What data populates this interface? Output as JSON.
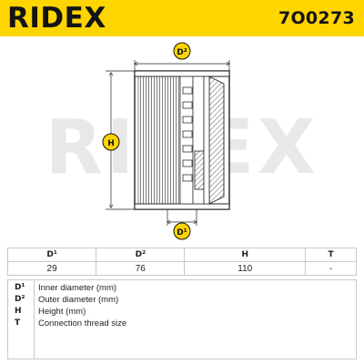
{
  "header": {
    "brand": "RIDEX",
    "part_number": "7O0273",
    "background_color": "#ffd500",
    "text_color": "#141414"
  },
  "watermark": {
    "text": "RIDEX",
    "color": "#e8e8e8"
  },
  "drawing": {
    "marker_d2": "D²",
    "marker_d1": "D¹",
    "marker_h": "H",
    "marker_color": "#111111",
    "icons": [
      "oil-filter-element-icon",
      "dimension-arrow-icon"
    ]
  },
  "specs": {
    "headers": [
      "D¹",
      "D²",
      "H",
      "T"
    ],
    "values": [
      "29",
      "76",
      "110",
      "-"
    ]
  },
  "legend": [
    {
      "symbol": "D¹",
      "description": "Inner diameter (mm)"
    },
    {
      "symbol": "D²",
      "description": "Outer diameter (mm)"
    },
    {
      "symbol": "H",
      "description": "Height (mm)"
    },
    {
      "symbol": "T",
      "description": "Connection thread size"
    }
  ]
}
